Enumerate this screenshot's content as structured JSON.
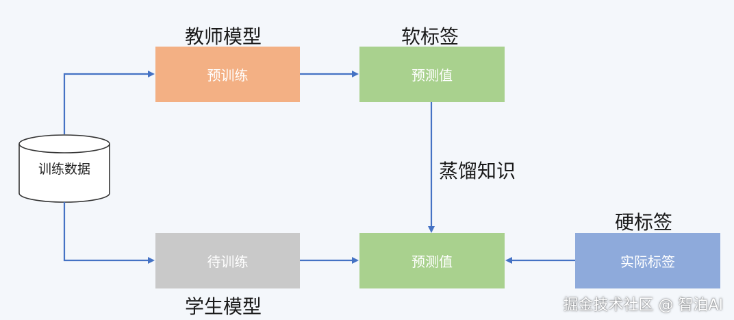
{
  "teacher": {
    "caption": "教师模型",
    "box_label": "预训练",
    "color": "#f3b084"
  },
  "soft_label": {
    "caption": "软标签",
    "box_label": "预测值",
    "color": "#a9d18e"
  },
  "data_store": {
    "label": "训练数据"
  },
  "distill": {
    "label": "蒸馏知识"
  },
  "student": {
    "caption": "学生模型",
    "box_label": "待训练",
    "color": "#c9c9c9"
  },
  "prediction": {
    "box_label": "预测值",
    "color": "#a9d18e"
  },
  "hard_label": {
    "caption": "硬标签",
    "box_label": "实际标签",
    "color": "#8eaadb"
  },
  "arrow_color": "#4472c4",
  "watermark": "掘金技术社区 @ 智泊AI"
}
